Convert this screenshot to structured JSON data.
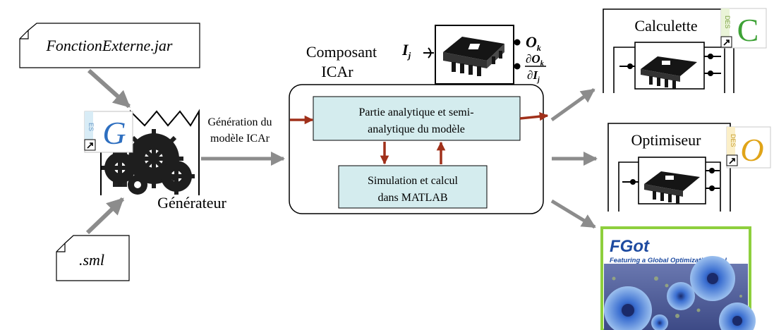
{
  "inputs": {
    "jar_file": "FonctionExterne.jar",
    "sml_file": ".sml"
  },
  "generator": {
    "label": "Générateur",
    "icon_letter": "G",
    "icon_tag": "ES",
    "transition_line1": "Génération du",
    "transition_line2": "modèle ICAr"
  },
  "component": {
    "title_line1": "Composant",
    "title_line2": "ICAr",
    "input_symbol": "I",
    "input_subscript": "j",
    "output_symbol": "O",
    "output_subscript": "k",
    "derivative_num": "∂O",
    "derivative_num_sub": "k",
    "derivative_den": "∂I",
    "derivative_den_sub": "j",
    "analytic_line1": "Partie analytique et semi-",
    "analytic_line2": "analytique du modèle",
    "sim_line1": "Simulation et calcul",
    "sim_line2": "dans MATLAB"
  },
  "targets": {
    "calculette": {
      "label": "Calculette",
      "icon_letter": "C",
      "icon_tag": "DES"
    },
    "optimiseur": {
      "label": "Optimiseur",
      "icon_letter": "O",
      "icon_tag": "DES"
    },
    "fgot": {
      "title": "FGot",
      "subtitle": "Featuring a Global Optimization Tool"
    }
  },
  "colors": {
    "gray_arrow": "#8c8c8c",
    "red_arrow": "#a0301a",
    "box_fill": "#d4ecee",
    "fgot_blue": "#1d4aa0",
    "fgot_border": "#8ecf3d"
  }
}
